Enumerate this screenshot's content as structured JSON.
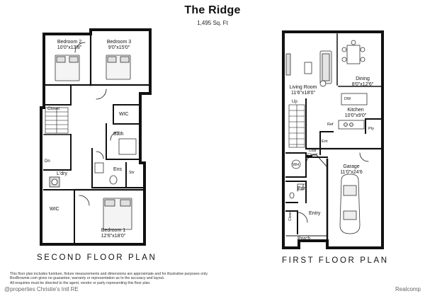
{
  "header": {
    "title": "The Ridge",
    "sqft": "1,495 Sq. Ft"
  },
  "second_floor": {
    "plan_title": "SECOND FLOOR PLAN",
    "rooms": {
      "bedroom2_name": "Bedroom 2",
      "bedroom2_dim": "10'0\"x13'8\"",
      "bedroom3_name": "Bedroom 3",
      "bedroom3_dim": "9'0\"x15'0\"",
      "closet": "Closet",
      "wic_upper": "WIC",
      "bath": "Bath",
      "dn": "Dn",
      "ldry": "L'dry",
      "ens": "Ens",
      "shr": "Shr",
      "wic_lower": "WIC",
      "bedroom1_name": "Bedroom 1",
      "bedroom1_dim": "12'6\"x18'0\""
    }
  },
  "first_floor": {
    "plan_title": "FIRST FLOOR PLAN",
    "rooms": {
      "dining_name": "Dining",
      "dining_dim": "8'0\"x12'6\"",
      "living_name": "Living Room",
      "living_dim": "11'6\"x18'0\"",
      "up": "Up",
      "dw": "DW",
      "kitchen_name": "Kitchen",
      "kitchen_dim": "10'0\"x9'0\"",
      "ref": "Ref",
      "pty": "Pty",
      "coat_closet": "Coat Closet",
      "ent": "Ent",
      "wh": "WH",
      "garage_name": "Garage",
      "garage_dim": "11'0\"x24'6",
      "pdr": "Pdr",
      "entry": "Entry",
      "closet": "Closet",
      "porch": "Porch"
    }
  },
  "footer": {
    "disclaimer_1": "This floor plan includes furniture, fixture measurements and dimensions are approximate and for illustrative purposes only.",
    "disclaimer_2": "BoxBrownie.com gives no guarantee, warranty or representation as to the accuracy and layout.",
    "disclaimer_3": "All enquiries must be directed to the agent, vendor or party representing this floor plan.",
    "credit_left": "@properties Christie's Intl RE",
    "credit_right": "Realcomp"
  }
}
